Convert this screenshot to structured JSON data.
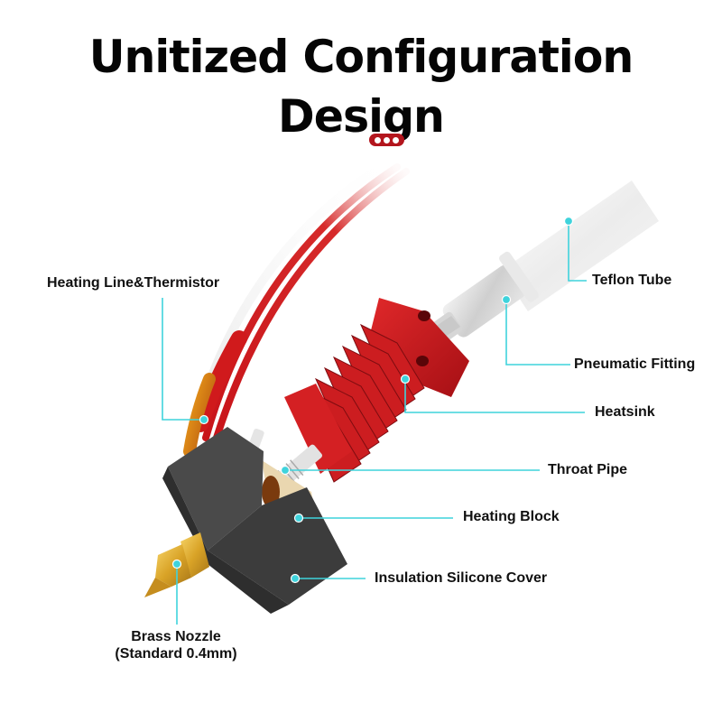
{
  "title": "Unitized Configuration Design",
  "indicator": {
    "dots": 3,
    "color": "#b3151d"
  },
  "accent_color": "#3fd3dc",
  "callouts": [
    {
      "id": "heating-line",
      "label": "Heating Line&Thermistor"
    },
    {
      "id": "teflon-tube",
      "label": "Teflon Tube"
    },
    {
      "id": "pneumatic-fitting",
      "label": "Pneumatic Fitting"
    },
    {
      "id": "heatsink",
      "label": "Heatsink"
    },
    {
      "id": "throat-pipe",
      "label": "Throat Pipe"
    },
    {
      "id": "heating-block",
      "label": "Heating Block"
    },
    {
      "id": "silicone-cover",
      "label": "Insulation Silicone Cover"
    },
    {
      "id": "brass-nozzle",
      "label": "Brass Nozzle",
      "sublabel": "(Standard 0.4mm)"
    }
  ]
}
